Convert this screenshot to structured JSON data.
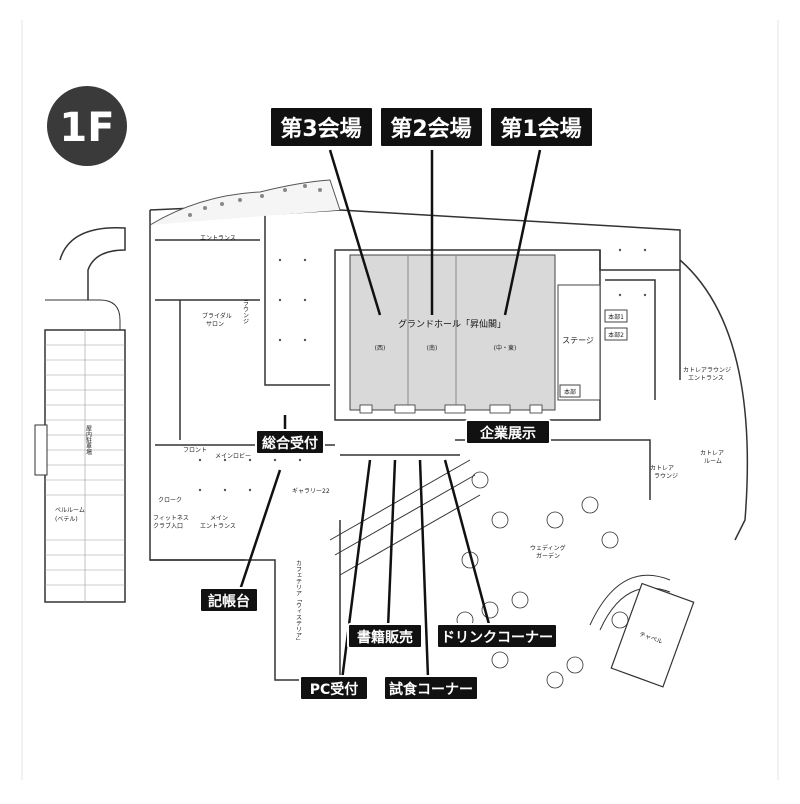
{
  "floor_badge": "1F",
  "venues": {
    "third": "第3会場",
    "second": "第2会場",
    "first": "第1会場"
  },
  "grand_hall": {
    "name": "グランドホール「昇仙閣」",
    "west": "(西)",
    "south": "(南)",
    "center_east": "(中・東)",
    "stage": "ステージ"
  },
  "callouts": {
    "general_reception": "総合受付",
    "exhibition": "企業展示",
    "register_desk": "記帳台",
    "books": "書籍販売",
    "drink": "ドリンクコーナー",
    "pc_reception": "PC受付",
    "tasting": "試食コーナー"
  },
  "areas": {
    "entrance_top": "エントランス",
    "lounge": "ラウンジ",
    "bridal_salon": "ブライダル\nサロン",
    "front": "フロント",
    "main_lobby": "メインロビー",
    "cloak": "クローク",
    "fitness_entrance": "フィットネス\nクラブ入口",
    "main_entrance": "メイン\nエントランス",
    "gallery": "ギャラリー22",
    "cafeteria": "カフェテリア\n「ウィステリア」",
    "wedding_garden": "ウェディング\nガーデン",
    "cattleya_lounge_entrance": "カトレアラウンジ\nエントランス",
    "cattleya_room": "カトレア\nルーム",
    "cattleya_lounge": "カトレア\nラウンジ",
    "chapel": "チャペル",
    "parking": "屋内駐車場",
    "bell_room": "ベルルーム\n(ベテル)",
    "control1": "本部1",
    "control2": "本部2",
    "control3": "本部"
  },
  "colors": {
    "hall_fill": "#d9d9d9",
    "label_bg": "#111111",
    "badge_bg": "#3a3a3a"
  }
}
